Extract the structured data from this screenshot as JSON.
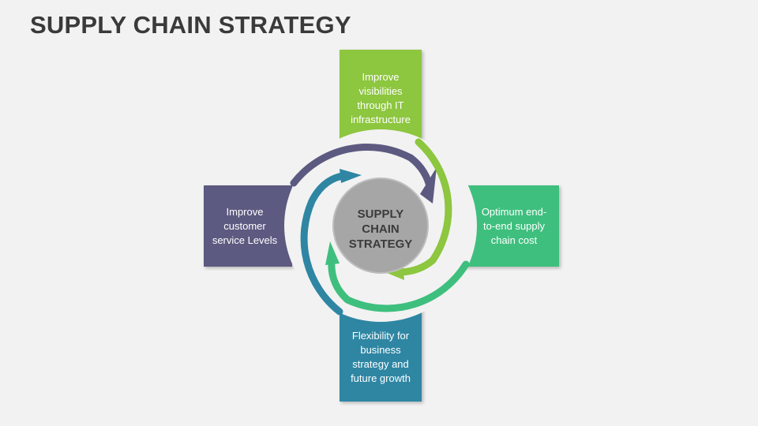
{
  "title": "SUPPLY CHAIN STRATEGY",
  "center": {
    "line1": "SUPPLY",
    "line2": "CHAIN",
    "line3": "STRATEGY"
  },
  "boxes": {
    "top": {
      "lines": [
        "Improve",
        "visibilities",
        "through IT",
        "infrastructure"
      ],
      "color": "#8dc63f"
    },
    "right": {
      "lines": [
        "Optimum end-",
        "to-end supply",
        "chain cost"
      ],
      "color": "#3ebf7e"
    },
    "bottom": {
      "lines": [
        "Flexibility for",
        "business",
        "strategy and",
        "future growth"
      ],
      "color": "#2e86a3"
    },
    "left": {
      "lines": [
        "Improve",
        "customer",
        "service Levels"
      ],
      "color": "#5c5a80"
    }
  },
  "colors": {
    "background": "#f2f2f2",
    "center_circle": "#a6a6a6",
    "title": "#3a3a3a"
  },
  "icons": [
    "curved-arrow-icon"
  ]
}
